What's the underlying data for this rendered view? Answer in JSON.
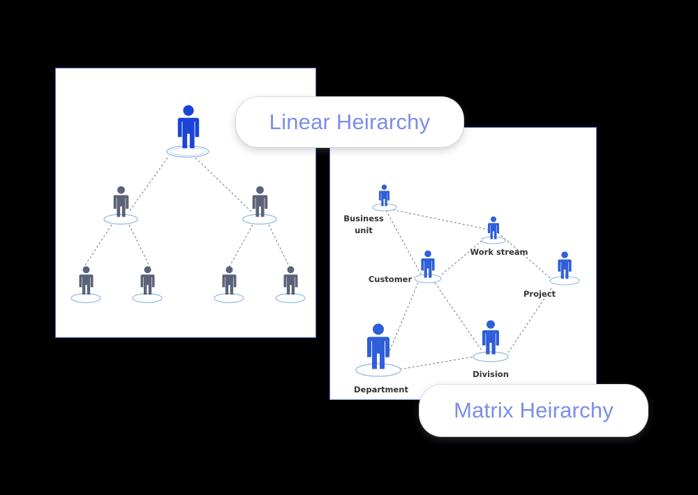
{
  "labels": {
    "linear": "Linear Heirarchy",
    "matrix": "Matrix Heirarchy"
  },
  "matrix_nodes": {
    "business_unit_line1": "Business",
    "business_unit_line2": "unit",
    "work_stream": "Work stream",
    "customer": "Customer",
    "project": "Project",
    "department": "Department",
    "division": "Division"
  },
  "colors": {
    "blue_person": "#1a44d6",
    "gray_person": "#5c6278",
    "matrix_person": "#2f5fd8",
    "pill_text": "#7b8ee6",
    "edge": "#666666"
  }
}
